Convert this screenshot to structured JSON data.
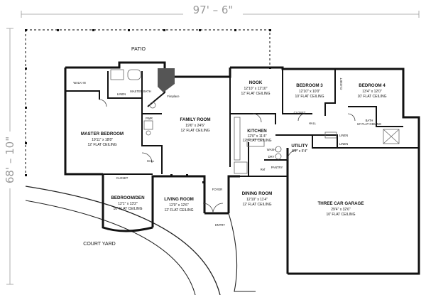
{
  "overall": {
    "width": "97' – 6\"",
    "depth": "68' – 10\""
  },
  "labels": {
    "patio": "PATIO",
    "court_yard": "COURT YARD",
    "walk_in": "WALK-IN",
    "linen": "LINEN",
    "linen_2": "LINEN",
    "linen_3": "LINEN",
    "master_bath": "MASTER BATH",
    "fireplace": "Fireplace",
    "pwr": "PWR",
    "hall": "HALL",
    "hall_2": "HALL",
    "closet": "CLOSET",
    "closet_2": "CLOSET",
    "closet_3": "CLOSET",
    "foyer": "FOYER",
    "entry": "ENTRY",
    "pantry": "PANTRY",
    "ref": "Ref",
    "wash": "WASH",
    "dry": "DRY",
    "bath": "BATH",
    "bath_ceiling": "10' FLAT CEILING"
  },
  "rooms": {
    "master_bedroom": {
      "name": "MASTER BEDROOM",
      "size": "19'11\" x 18'8\"",
      "ceiling": "12' FLAT CEILING"
    },
    "family_room": {
      "name": "FAMILY ROOM",
      "size": "19'6\" x 24'6\"",
      "ceiling": "12' FLAT CEILING"
    },
    "nook": {
      "name": "NOOK",
      "size": "12'10\" x 12'10\"",
      "ceiling": "12' FLAT CEILING"
    },
    "bedroom_3": {
      "name": "BEDROOM 3",
      "size": "12'10\" x 10'0\"",
      "ceiling": "10' FLAT CEILING"
    },
    "bedroom_4": {
      "name": "BEDROOM 4",
      "size": "13'4\" x 12'0\"",
      "ceiling": "10' FLAT CEILING"
    },
    "kitchen": {
      "name": "KITCHEN",
      "size": "12'0\" x 11'4\"",
      "ceiling": "12' FLAT CEILING"
    },
    "utility": {
      "name": "UTILITY",
      "size": "8'2\" x 5'4\""
    },
    "bedroom_den": {
      "name": "BEDROOM/DEN",
      "size": "12'1\" x 13'2\"",
      "ceiling": "10' FLAT CEILING"
    },
    "living_room": {
      "name": "LIVING ROOM",
      "size": "12'0\" x 12'6\"",
      "ceiling": "12' FLAT CEILING"
    },
    "dining_room": {
      "name": "DINING ROOM",
      "size": "12'10\" x 11'4\"",
      "ceiling": "12' FLAT CEILING"
    },
    "garage": {
      "name": "THREE CAR GARAGE",
      "size": "29'4\" x 32'6\"",
      "ceiling": "10' FLAT CEILING"
    }
  },
  "colors": {
    "wall": "#111111",
    "line": "#333333",
    "dimension": "#9a9a9a",
    "fixture": "#666666",
    "fireplace": "#555555"
  }
}
